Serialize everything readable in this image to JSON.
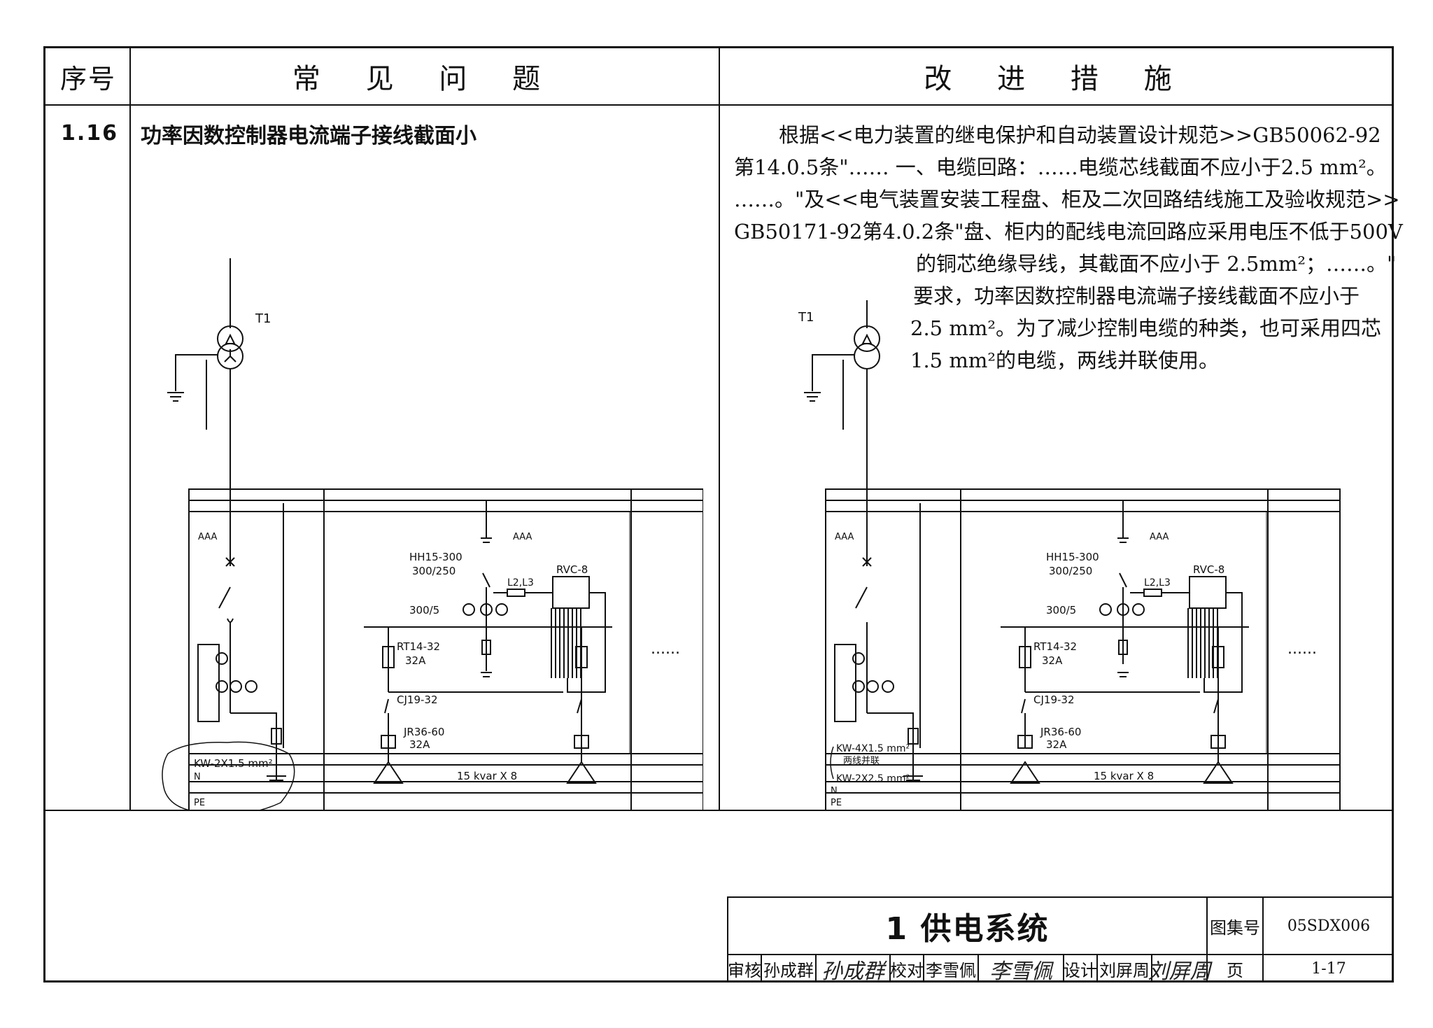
{
  "header": {
    "col_no": "序号",
    "col_problem": "常 见 问 题",
    "col_fix": "改 进 措 施"
  },
  "item": {
    "number": "1.16",
    "problem_title": "功率因数控制器电流端子接线截面小",
    "fix_lines": [
      "根据<<电力装置的继电保护和自动装置设计规范>>GB50062-92",
      "第14.0.5条\"…… 一、电缆回路：……电缆芯线截面不应小于2.5 mm²。",
      "……。\"及<<电气装置安装工程盘、柜及二次回路结线施工及验收规范>>",
      "GB50171-92第4.0.2条\"盘、柜内的配线电流回路应采用电压不低于500V",
      "的铜芯绝缘导线，其截面不应小于 2.5mm²；……。\"",
      "要求，功率因数控制器电流端子接线截面不应小于",
      "2.5 mm²。为了减少控制电缆的种类，也可采用四芯",
      "1.5 mm²的电缆，两线并联使用。"
    ]
  },
  "diagram_left": {
    "transformer": "T1",
    "meters": "AAA",
    "switch": "HH15-300",
    "switch_rating": "300/250",
    "phase_label": "L2,L3",
    "controller": "RVC-8",
    "ct_ratio": "300/5",
    "fuse": "RT14-32",
    "fuse_rating": "32A",
    "contactor": "CJ19-32",
    "relay": "JR36-60",
    "relay_rating": "32A",
    "capacitors": "15 kvar X 8",
    "cable": "KW-2X1.5 mm²",
    "neutral": "N",
    "protective_earth": "PE",
    "ellipsis": "......"
  },
  "diagram_right": {
    "transformer": "T1",
    "meters": "AAA",
    "switch": "HH15-300",
    "switch_rating": "300/250",
    "phase_label": "L2,L3",
    "controller": "RVC-8",
    "ct_ratio": "300/5",
    "fuse": "RT14-32",
    "fuse_rating": "32A",
    "contactor": "CJ19-32",
    "relay": "JR36-60",
    "relay_rating": "32A",
    "capacitors": "15 kvar X 8",
    "cable_alt": "KW-4X1.5 mm²",
    "cable_alt_note": "两线并联",
    "cable": "KW-2X2.5 mm²",
    "neutral": "N",
    "protective_earth": "PE",
    "ellipsis": "......"
  },
  "title_block": {
    "chapter": "1 供电系统",
    "atlas_label": "图集号",
    "atlas_code": "05SDX006",
    "page_label": "页",
    "page_code": "1-17",
    "review_label": "审核",
    "reviewer": "孙成群",
    "check_label": "校对",
    "checker": "李雪佩",
    "design_label": "设计",
    "designer": "刘屏周"
  }
}
